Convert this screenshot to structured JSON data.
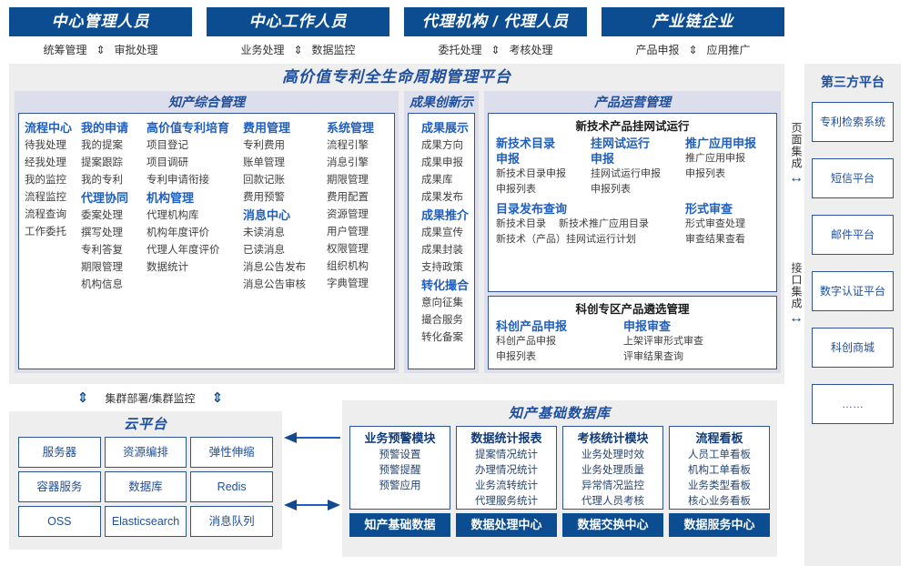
{
  "roles": [
    {
      "title": "中心管理人员",
      "actions": [
        "统筹管理",
        "审批处理"
      ]
    },
    {
      "title": "中心工作人员",
      "actions": [
        "业务处理",
        "数据监控"
      ]
    },
    {
      "title": "代理机构 / 代理人员",
      "actions": [
        "委托处理",
        "考核处理"
      ]
    },
    {
      "title": "产业链企业",
      "actions": [
        "产品申报",
        "应用推广"
      ]
    }
  ],
  "platform": {
    "title": "高价值专利全生命周期管理平台",
    "sections": {
      "zhichan": {
        "title": "知产综合管理",
        "columns": [
          {
            "groups": [
              {
                "head": "流程中心",
                "items": [
                  "待我处理",
                  "经我处理",
                  "我的监控",
                  "流程监控",
                  "流程查询",
                  "工作委托"
                ]
              }
            ]
          },
          {
            "groups": [
              {
                "head": "我的申请",
                "items": [
                  "我的提案",
                  "提案跟踪",
                  "我的专利"
                ]
              },
              {
                "head": "代理协同",
                "items": [
                  "委案处理",
                  "撰写处理",
                  "专利答复",
                  "期限管理",
                  "机构信息"
                ]
              }
            ]
          },
          {
            "groups": [
              {
                "head": "高价值专利培育",
                "items": [
                  "项目登记",
                  "项目调研",
                  "专利申请衔接"
                ]
              },
              {
                "head": "机构管理",
                "items": [
                  "代理机构库",
                  "机构年度评价",
                  "代理人年度评价",
                  "数据统计"
                ]
              }
            ]
          },
          {
            "groups": [
              {
                "head": "费用管理",
                "items": [
                  "专利费用",
                  "账单管理",
                  "回款记账",
                  "费用预警"
                ]
              },
              {
                "head": "消息中心",
                "items": [
                  "未读消息",
                  "已读消息",
                  "消息公告发布",
                  "消息公告审核"
                ]
              }
            ]
          },
          {
            "groups": [
              {
                "head": "系统管理",
                "items": [
                  "流程引擎",
                  "消息引擎",
                  "期限管理",
                  "费用配置",
                  "资源管理",
                  "用户管理",
                  "权限管理",
                  "组织机构",
                  "字典管理"
                ]
              }
            ]
          }
        ]
      },
      "chengguo": {
        "title": "成果创新示范",
        "groups": [
          {
            "head": "成果展示",
            "items": [
              "成果方向",
              "成果申报",
              "成果库",
              "成果发布"
            ]
          },
          {
            "head": "成果推介",
            "items": [
              "成果宣传",
              "成果封装",
              "支持政策"
            ]
          },
          {
            "head": "转化撮合",
            "items": [
              "意向征集",
              "撮合服务",
              "转化备案"
            ]
          }
        ]
      },
      "chanpin": {
        "title": "产品运营管理",
        "boxes": [
          {
            "title": "新技术产品挂网试运行",
            "columns": [
              {
                "head": "新技术目录申报",
                "items": [
                  "新技术目录申报",
                  "申报列表"
                ]
              },
              {
                "head": "挂网试运行申报",
                "items": [
                  "挂网试运行申报",
                  "申报列表"
                ]
              },
              {
                "head": "推广应用申报",
                "items": [
                  "推广应用申报",
                  "申报列表"
                ]
              }
            ],
            "columns2": [
              {
                "head": "目录发布查询",
                "items_inline": [
                  "新技术目录",
                  "新技术推广应用目录"
                ],
                "items": [
                  "新技术（产品）挂网试运行计划"
                ]
              },
              {
                "head": "形式审查",
                "items": [
                  "形式审查处理",
                  "审查结果查看"
                ]
              }
            ]
          },
          {
            "title": "科创专区产品遴选管理",
            "columns": [
              {
                "head": "科创产品申报",
                "items": [
                  "科创产品申报",
                  "申报列表"
                ]
              },
              {
                "head": "申报审查",
                "items": [
                  "上架评审形式审查",
                  "评审结果查询"
                ]
              }
            ]
          }
        ]
      }
    }
  },
  "integration": {
    "labels": [
      "页面集成",
      "接口集成"
    ],
    "arrow": "↔"
  },
  "third_party": {
    "title": "第三方平台",
    "items": [
      "专利检索系统",
      "短信平台",
      "邮件平台",
      "数字认证平台",
      "科创商城",
      "……"
    ]
  },
  "cluster": {
    "label": "集群部署/集群监控",
    "arrow": "⇕"
  },
  "cloud": {
    "title": "云平台",
    "cells": [
      "服务器",
      "资源编排",
      "弹性伸缩",
      "容器服务",
      "数据库",
      "Redis",
      "OSS",
      "Elasticsearch",
      "消息队列"
    ]
  },
  "database": {
    "title": "知产基础数据库",
    "columns": [
      {
        "head": "业务预警模块",
        "items": [
          "预警设置",
          "预警提醒",
          "预警应用"
        ],
        "foot": "知产基础数据"
      },
      {
        "head": "数据统计报表",
        "items": [
          "提案情况统计",
          "办理情况统计",
          "业务流转统计",
          "代理服务统计"
        ],
        "foot": "数据处理中心"
      },
      {
        "head": "考核统计模块",
        "items": [
          "业务处理时效",
          "业务处理质量",
          "异常情况监控",
          "代理人员考核"
        ],
        "foot": "数据交换中心"
      },
      {
        "head": "流程看板",
        "items": [
          "人员工单看板",
          "机构工单看板",
          "业务类型看板",
          "核心业务看板"
        ],
        "foot": "数据服务中心"
      }
    ]
  },
  "colors": {
    "dark_blue": "#0c4d92",
    "mid_blue": "#2f5597",
    "accent_blue": "#1f5fbf",
    "panel_gray": "#efeeee",
    "section_lavender": "#dcdeeb"
  }
}
